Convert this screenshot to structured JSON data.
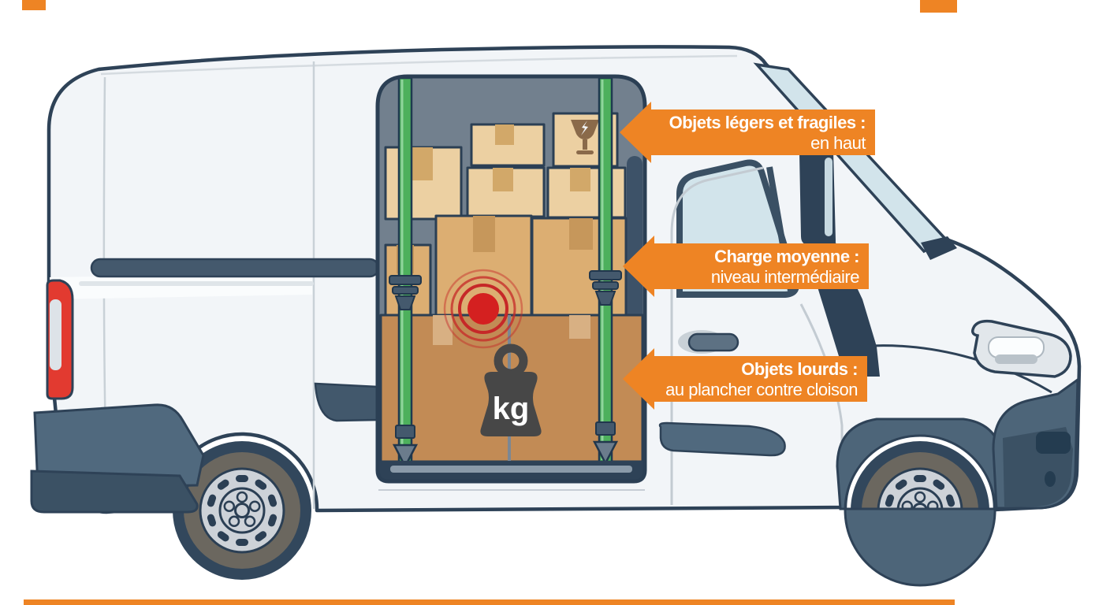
{
  "diagram": {
    "callouts": [
      {
        "title": "Objets légers et fragiles :",
        "subtitle": "en haut"
      },
      {
        "title": "Charge moyenne :",
        "subtitle": "niveau intermédiaire"
      },
      {
        "title": "Objets lourds :",
        "subtitle": "au plancher contre cloison"
      }
    ],
    "cargo": {
      "weight_badge": "kg"
    },
    "colors": {
      "callout_orange": "#EE8424",
      "strap_green": "#4DB05C",
      "pressure_red": "#D42020",
      "outline_navy": "#2E4257",
      "cargo_wall_gray": "#72808E",
      "box_light_tan": "#ECD0A2",
      "box_medium_tan": "#DCAE72",
      "box_dark_tan": "#C28B55",
      "van_white": "#F2F5F8",
      "bumper_slate": "#4D6579",
      "glass_blue": "#D2E4EB",
      "tail_light_red": "#E23A30"
    }
  }
}
